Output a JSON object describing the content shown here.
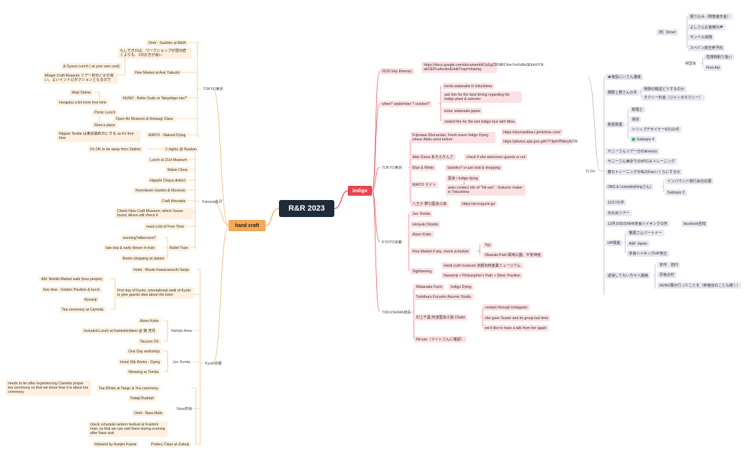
{
  "root": "R&R 2023",
  "left_branch": "hand craft",
  "right_branch": "indigo",
  "tokyo": {
    "label": "TOKYO東京",
    "omit": "Omit - Sashiko at B&W",
    "workshop": "もしできれば、ワークショップが週日続くよりも、1日おきが良い",
    "flea": "Flee Market at Arai Yakushi",
    "gyoza": "&  Gyoza Lunch ( at your own cost)",
    "mingei": "Mingei Craft Museum ツアー初日とかが良い。よいイントロダクションとなるので",
    "nuno": "NUNO : Reiko Sudo or Takashige-san?",
    "meiji": "Meiji Shrine",
    "harajuku": "Harajuku a bit more free time",
    "openair": "Open Air Museum & Kintsugi Class",
    "picnic": "Picnic Lunch",
    "rent": "Rent a place",
    "maito": "MAITO - Natural Dying",
    "nippori": "Nippori Textile は東京最終日にする as it's free time"
  },
  "kanazawa": {
    "label": "Kanaza金沢",
    "away": "It's OK to be away from Station",
    "ryokan": "2 nights @ Ryokan",
    "lunch21": "Lunch at 21st Museum",
    "makie": "Makie Class",
    "higashi": "Higashi Chaya district",
    "kenrokuen": "Kenrokuen Garden & Museum",
    "craft": "Craft Hirosaka",
    "newcraft": "Check New Craft Museum, which Susan found, Alison will check it",
    "freetime": "need a bit of Free Time",
    "bullet": "Bullet Train",
    "morning": "morning?afternoon?",
    "latedep": "late dep & early dinner in train",
    "bento": "Bento shopping at station"
  },
  "kyoto": {
    "label": "Kyoto京都",
    "hotel": "Hotel : Risole Kawaramachi Sanjo",
    "nishiki": "AM: Nishiki Market walk (less people)",
    "golden": "free time : Golden Pavilion & lunch",
    "ryoanji": "Ryoanji",
    "camelia": "Tea ceremony at Camelia",
    "firstday": "First day of Kyoto, orientational walk of Kyoto to give guests idea about the town",
    "aizen": "Aizen Kobo",
    "nishijin": "Nishijin Area",
    "kamishichiken": "Included Lunch at Kamishichiken @ 鶉 芳月",
    "tsuzure": "Tsuzure Ori",
    "oneday": "One Day workshop",
    "hondsilk": "Hond Silk Works - Dying",
    "jun": "Jun Tomita",
    "weaving": "Weaving at Tomita"
  },
  "nara": {
    "label": "Nara奈良",
    "needs": "needs to be after experiencing Camelia proper tea ceremony so that we know how it is about tea ceremony",
    "whisk": "Tea Whisk at Tango & Tea ceremony",
    "todaiji": "Todaiji Buddah",
    "mafu": "Omit - Nara Mafu",
    "lantern": "check schedule lantern festival at Fushimi Inari, so that we can visit there during evening after Nara visit",
    "kanjiro": "followed by Kanjiro Kawai",
    "pottery": "Pottery Class at Zuikoji"
  },
  "indigo_items": {
    "sep": "2019 Sep Itinerary",
    "doc": "https://docs.google.com/document/d/1yEgZ9OilRC4xn7mXzBdJEfuhVYN-akOEPLeAcnbxE/edit?usp=sharing",
    "when": "when? september ? october?",
    "kenta": "kenta watanabe in tokushima",
    "askhim": "ask him for the best timing regarding his indigo plant & sukumo",
    "insta": "insta: watanabe.japan",
    "visited": "visited him for the last indigo tour with Misa",
    "tokyo": "TOKYO東京",
    "fujisawa": "Fujisawa Shonandai, Fresh leave Indigo Dying where Akiko went before",
    "url1": "https://shonanblue-i.jimdofree.com/",
    "url2": "https://photos.app.goo.gl/h7Y3joFPNbxy6Z99",
    "akie": "Akie Ginza あきえぎんざ",
    "welcome": "check if she welcomes guests or not",
    "blue": "Blue & White",
    "sashiko": "Sashiko? or just visit & shopping",
    "maito": "MAITO マイト",
    "aizome": "愛染 / indigo dying",
    "asko": "asko contact info of \"Nii-san\" : Sukumo maker in Tokushima",
    "hachioji": "八王子  野口藍染工房",
    "url3": "https://ai-noguchi.jp/",
    "kyoto": "KYOTO京都",
    "jun": "Jun Tomita",
    "hiroyuki": "Hiroyuki Shindo",
    "aizen": "Aizen Kobo",
    "flea": "Flea Market if any, check schedule",
    "toji": "Toji",
    "okazaki": "Okazaki Park 岡崎公園、平安神宮",
    "sight": "Sightseeing",
    "handcraft": "Hand craft museum 京都伝統産業ミュージアム",
    "nanzenji": "Nanzenji + Philosopher's Path + Silver Pavilion",
    "tokushima": "TOKUSHIMA徳島",
    "watanabe": "Watanabe Farm",
    "indigodying": "Indigo Dying",
    "toshiharu": "Toshiharu Furusho Aizome Studio",
    "murakami": "村上千昌 阿波藍染工房 Chiaki",
    "contact": "contact through instagram",
    "gave": "she gave Susan and its group last time",
    "talk": "we'd like to have a talk from her again",
    "niisan": "Nii-san（マイトさんに確認）"
  },
  "todo": {
    "label": "To Do",
    "done": "済）Done!",
    "d1": "振り込み（障害者年金）",
    "d2": "よしさんお客様の声",
    "d3": "モンベル保険",
    "d4": "スペイン航空券予約",
    "after": "帰国後",
    "a1": "危険物取り扱い",
    "a2": "First Aid",
    "t1": "★徳島にいさん連絡",
    "t2": "桐野上野さんの件",
    "t2a": "荷物の輸送どうするのか",
    "t2b": "タクシー料金（ジャンボタクシー）",
    "t3": "税金関連",
    "t3a": "税理士",
    "t3b": "領収",
    "t3c": "トリップデザイナー6/21の件",
    "t3d": "Subtopic 4",
    "t4": "サニーさんツアー分のitinerary",
    "t5": "サニーさん東京でのMTG＆トレーニング",
    "t6": "春のトレーニングの私のFeeいくらにするか",
    "t7": "OBS & Linkedin(Kingさん)",
    "t7a": "インバウンド旅行会社応募",
    "t7b": "Subtopic 2",
    "t8": "12/17の件",
    "t9": "日の出ツアー",
    "t10": "12月10日のNHK奈良ハイキングの件",
    "t10a": "facebook告知",
    "t11": "HP関連",
    "t11a": "蟹尾さんパートナー",
    "t11b": "A&F Japan",
    "t11c": "奈良ハイキングHP修正",
    "t12": "返信してない方々へ連絡",
    "t12a": "安作　浩円",
    "t12b": "丹後合村",
    "t12c": "NUNO展示行ったことを（新宿店のことも聞く）"
  }
}
